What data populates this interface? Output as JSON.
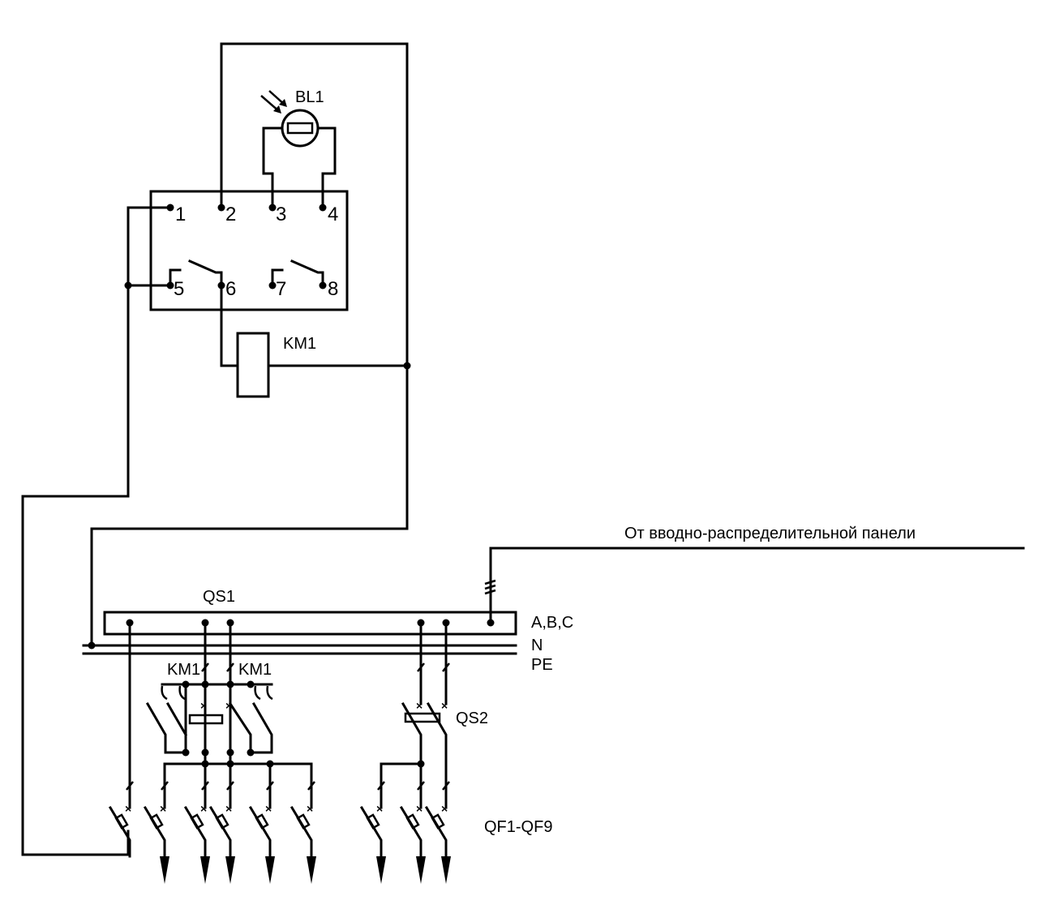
{
  "labels": {
    "photo_sensor": "BL1",
    "relay_coil": "KM1",
    "switch_qs1": "QS1",
    "switch_qs2": "QS2",
    "contact_km1_left": "KM1",
    "contact_km1_right": "KM1",
    "breakers": "QF1-QF9",
    "supply_note": "От вводно-распределительной панели",
    "bus_phases": "A,B,C",
    "bus_neutral": "N",
    "bus_earth": "PE"
  },
  "relay_terminals": [
    "1",
    "2",
    "3",
    "4",
    "5",
    "6",
    "7",
    "8"
  ]
}
